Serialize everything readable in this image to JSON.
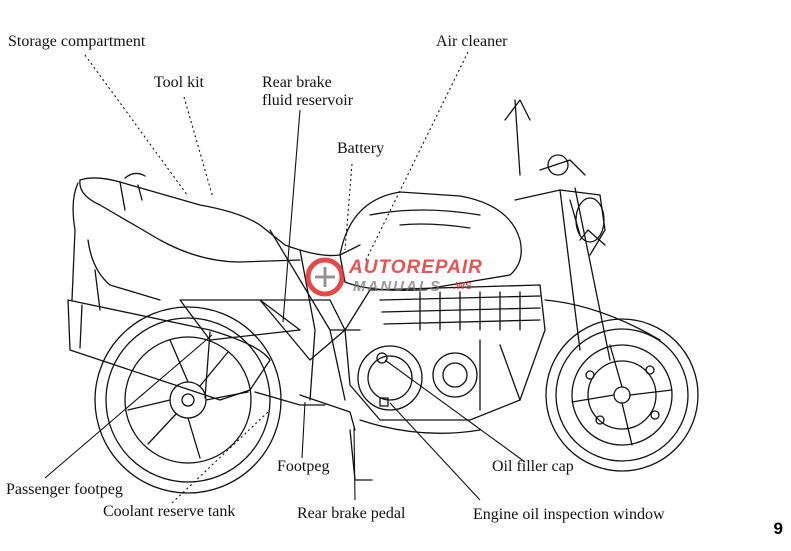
{
  "page_number": "9",
  "watermark": {
    "line1": "AUTOREPAIR",
    "line2": "MANUALS",
    "suffix": ".WS"
  },
  "labels": {
    "storage_compartment": "Storage compartment",
    "tool_kit": "Tool kit",
    "rear_brake_fluid_reservoir_1": "Rear brake",
    "rear_brake_fluid_reservoir_2": "fluid  reservoir",
    "battery": "Battery",
    "air_cleaner": "Air cleaner",
    "passenger_footpeg": "Passenger footpeg",
    "coolant_reserve_tank": "Coolant reserve tank",
    "footpeg": "Footpeg",
    "rear_brake_pedal": "Rear brake pedal",
    "oil_filler_cap": "Oil filler cap",
    "engine_oil_inspection_window": "Engine oil inspection window"
  },
  "colors": {
    "line": "#111111",
    "watermark_red": "#e02828"
  }
}
